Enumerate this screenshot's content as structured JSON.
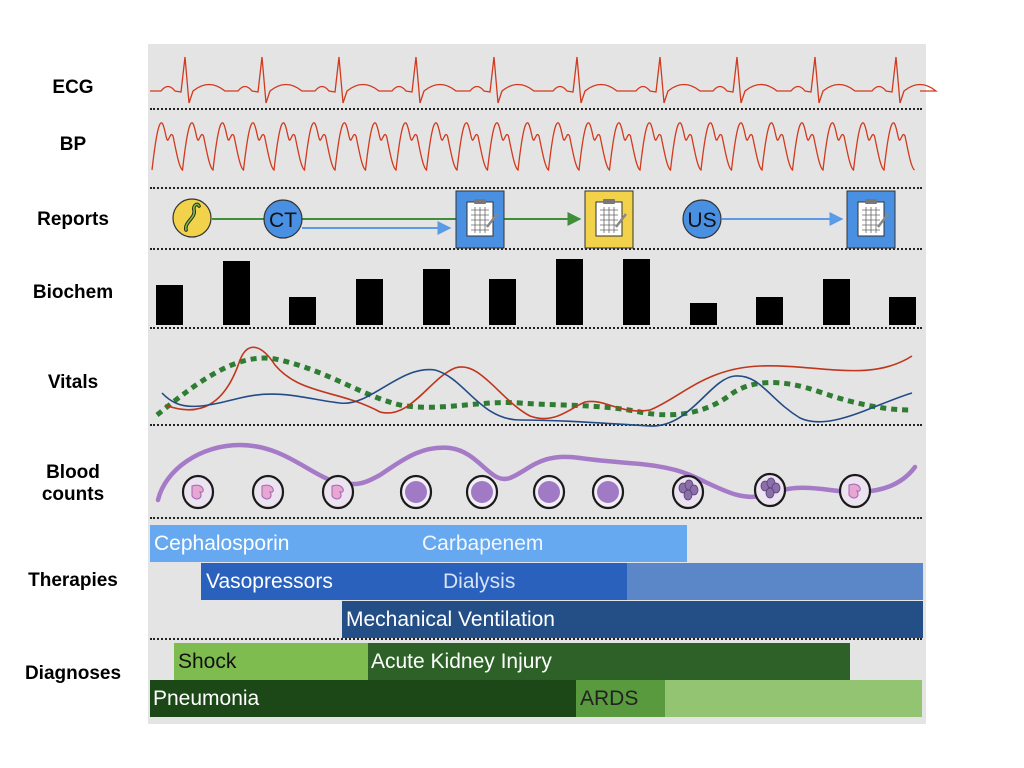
{
  "rows": {
    "ecg": "ECG",
    "bp": "BP",
    "reports": "Reports",
    "biochem": "Biochem",
    "vitals": "Vitals",
    "blood_counts": "Blood\ncounts",
    "therapies": "Therapies",
    "diagnoses": "Diagnoses"
  },
  "reports": {
    "ct_label": "CT",
    "us_label": "US"
  },
  "biochem_values": [
    40,
    64,
    28,
    46,
    56,
    46,
    66,
    66,
    22,
    28,
    46,
    28
  ],
  "therapies": {
    "cephalosporin": "Cephalosporin",
    "carbapenem": "Carbapenem",
    "vasopressors": "Vasopressors",
    "dialysis": "Dialysis",
    "mechanical_ventilation": "Mechanical Ventilation"
  },
  "diagnoses": {
    "shock": "Shock",
    "acute_kidney_injury": "Acute Kidney Injury",
    "pneumonia": "Pneumonia",
    "ards": "ARDS"
  },
  "colors": {
    "panel": "#e4e4e4",
    "ecg": "#d23a1e",
    "bp": "#d23a1e",
    "vital_red": "#c0361c",
    "vital_blue": "#234b86",
    "vital_green": "#2e7d32",
    "cell_purple": "#a57bc8",
    "report_blue": "#4a90e2",
    "report_yellow": "#f2d24b",
    "cephalosporin": "#66a9f0",
    "vasopressors": "#2a61bd",
    "dialysis_tail": "#5b86c8",
    "mechanical_ventilation": "#244e86",
    "shock": "#7fbc50",
    "aki": "#2d6127",
    "pneumonia": "#1c4717",
    "ards": "#5a9a3e",
    "ards_tail": "#93c471"
  }
}
